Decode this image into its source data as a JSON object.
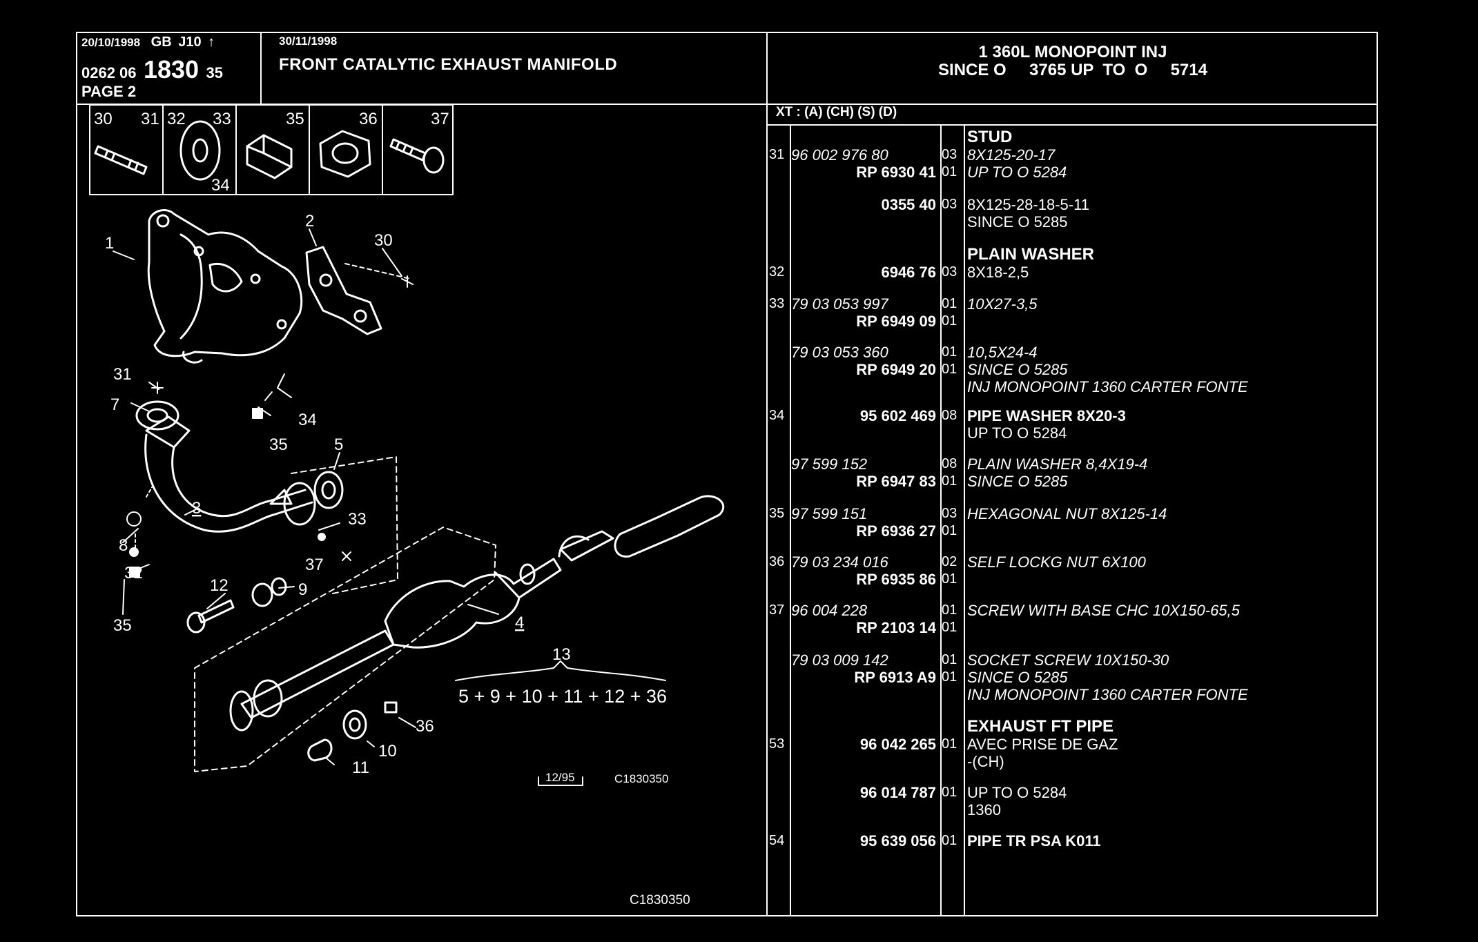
{
  "header": {
    "date_line": "20/10/1998",
    "lang": "GB",
    "code": "J10",
    "arrow": "↑",
    "ref_prefix": "0262 06",
    "ref_main": "1830",
    "ref_suffix": "35",
    "page": "PAGE 2",
    "rev_date": "30/11/1998",
    "title": "FRONT CATALYTIC EXHAUST MANIFOLD",
    "model_line1": "1 360L MONOPOINT INJ",
    "model_line2": "SINCE O     3765 UP  TO  O     5714",
    "xt_line": "XT : (A) (CH) (S) (D)"
  },
  "icon_strip": {
    "labels": [
      "30",
      "31",
      "32",
      "33",
      "35",
      "36",
      "37",
      "34"
    ]
  },
  "diagram": {
    "callouts": [
      "1",
      "2",
      "30",
      "31",
      "7",
      "34",
      "35",
      "5",
      "3",
      "33",
      "8",
      "37",
      "32",
      "12",
      "9",
      "35",
      "4",
      "13",
      "36",
      "10",
      "11"
    ],
    "formula": "5 + 9 + 10 + 11 + 12 + 36",
    "date_code": "12/95",
    "code_inner": "C1830350",
    "code_bottom": "C1830350"
  },
  "parts": [
    {
      "ref": "",
      "part": [],
      "qty": [],
      "desc": [
        {
          "t": "STUD",
          "s": "title"
        }
      ]
    },
    {
      "ref": "31",
      "part": [
        {
          "t": "96 002 976 80",
          "s": "it"
        },
        {
          "t": "RP  6930 41",
          "s": "rp"
        }
      ],
      "qty": [
        "03",
        "01"
      ],
      "desc": [
        {
          "t": "8X125-20-17",
          "s": "it"
        },
        {
          "t": "UP  TO  O  5284",
          "s": "it"
        }
      ]
    },
    {
      "ref": "",
      "part": [
        {
          "t": "0355 40",
          "s": "rp"
        }
      ],
      "qty": [
        "03"
      ],
      "desc": [
        {
          "t": "8X125-28-18-5-11",
          "s": "n"
        },
        {
          "t": "SINCE  O  5285",
          "s": "n"
        }
      ]
    },
    {
      "ref": "",
      "part": [],
      "qty": [],
      "desc": [
        {
          "t": "PLAIN WASHER",
          "s": "title"
        }
      ]
    },
    {
      "ref": "32",
      "part": [
        {
          "t": "6946 76",
          "s": "rp"
        }
      ],
      "qty": [
        "03"
      ],
      "desc": [
        {
          "t": "8X18-2,5",
          "s": "n"
        }
      ]
    },
    {
      "ref": "33",
      "part": [
        {
          "t": "79 03 053 997",
          "s": "it"
        },
        {
          "t": "RP  6949 09",
          "s": "rp"
        }
      ],
      "qty": [
        "01",
        "01"
      ],
      "desc": [
        {
          "t": "10X27-3,5",
          "s": "it"
        }
      ]
    },
    {
      "ref": "",
      "part": [
        {
          "t": "79 03 053 360",
          "s": "it"
        },
        {
          "t": "RP  6949 20",
          "s": "rp"
        }
      ],
      "qty": [
        "01",
        "01"
      ],
      "desc": [
        {
          "t": "10,5X24-4",
          "s": "it"
        },
        {
          "t": "SINCE  O  5285",
          "s": "it"
        },
        {
          "t": "INJ MONOPOINT 1360 CARTER FONTE",
          "s": "it"
        }
      ]
    },
    {
      "ref": "34",
      "part": [
        {
          "t": "95 602 469",
          "s": "rp"
        }
      ],
      "qty": [
        "08"
      ],
      "desc": [
        {
          "t": "PIPE WASHER 8X20-3",
          "s": "title2"
        },
        {
          "t": "UP  TO  O  5284",
          "s": "n"
        }
      ]
    },
    {
      "ref": "",
      "part": [
        {
          "t": "97 599 152",
          "s": "it"
        },
        {
          "t": "RP  6947 83",
          "s": "rp"
        }
      ],
      "qty": [
        "08",
        "01"
      ],
      "desc": [
        {
          "t": "PLAIN WASHER 8,4X19-4",
          "s": "it"
        },
        {
          "t": "SINCE  O  5285",
          "s": "it"
        }
      ]
    },
    {
      "ref": "35",
      "part": [
        {
          "t": "97 599 151",
          "s": "it"
        },
        {
          "t": "RP  6936 27",
          "s": "rp"
        }
      ],
      "qty": [
        "03",
        "01"
      ],
      "desc": [
        {
          "t": "HEXAGONAL NUT 8X125-14",
          "s": "it"
        }
      ]
    },
    {
      "ref": "36",
      "part": [
        {
          "t": "79 03 234 016",
          "s": "it"
        },
        {
          "t": "RP  6935 86",
          "s": "rp"
        }
      ],
      "qty": [
        "02",
        "01"
      ],
      "desc": [
        {
          "t": "SELF LOCKG NUT 6X100",
          "s": "it"
        }
      ]
    },
    {
      "ref": "37",
      "part": [
        {
          "t": "96 004 228",
          "s": "it"
        },
        {
          "t": "RP  2103 14",
          "s": "rp"
        }
      ],
      "qty": [
        "01",
        "01"
      ],
      "desc": [
        {
          "t": "SCREW WITH BASE CHC 10X150-65,5",
          "s": "it"
        }
      ]
    },
    {
      "ref": "",
      "part": [
        {
          "t": "79 03 009 142",
          "s": "it"
        },
        {
          "t": "RP  6913 A9",
          "s": "rp"
        }
      ],
      "qty": [
        "01",
        "01"
      ],
      "desc": [
        {
          "t": "SOCKET SCREW 10X150-30",
          "s": "it"
        },
        {
          "t": "SINCE  O  5285",
          "s": "it"
        },
        {
          "t": "INJ MONOPOINT 1360 CARTER FONTE",
          "s": "it"
        }
      ]
    },
    {
      "ref": "",
      "part": [],
      "qty": [],
      "desc": [
        {
          "t": "EXHAUST FT PIPE",
          "s": "title"
        }
      ]
    },
    {
      "ref": "53",
      "part": [
        {
          "t": "96 042 265",
          "s": "rp"
        }
      ],
      "qty": [
        "01"
      ],
      "desc": [
        {
          "t": "AVEC PRISE DE GAZ",
          "s": "n"
        },
        {
          "t": "-(CH)",
          "s": "n"
        }
      ]
    },
    {
      "ref": "",
      "part": [
        {
          "t": "96 014 787",
          "s": "rp"
        }
      ],
      "qty": [
        "01"
      ],
      "desc": [
        {
          "t": "UP  TO  O  5284",
          "s": "n"
        },
        {
          "t": "1360",
          "s": "n"
        }
      ]
    },
    {
      "ref": "54",
      "part": [
        {
          "t": "95 639 056",
          "s": "rp"
        }
      ],
      "qty": [
        "01"
      ],
      "desc": [
        {
          "t": "PIPE TR PSA K011",
          "s": "title2"
        }
      ]
    }
  ]
}
